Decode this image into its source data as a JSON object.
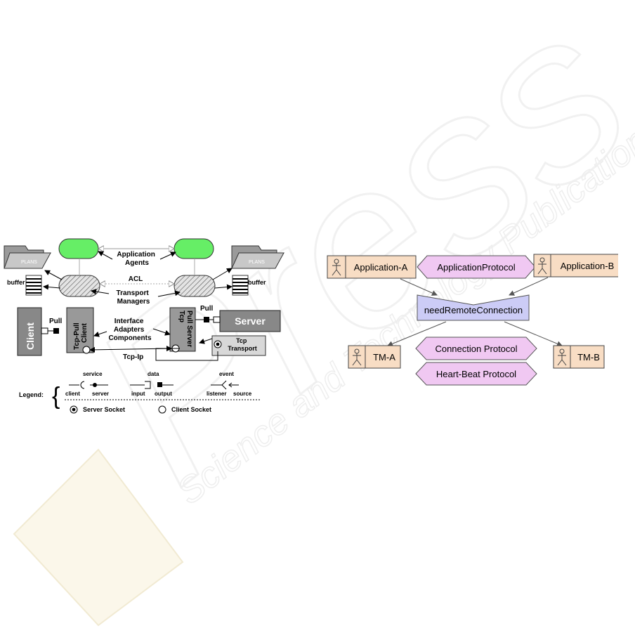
{
  "watermark": {
    "line1": "Press",
    "line2": "Science and Technology Publications"
  },
  "left_diagram": {
    "folder_left": "PLANS",
    "folder_right": "PLANS",
    "buffer_left": "buffer",
    "buffer_right": "buffer",
    "application_agents": "Application\nAgents",
    "acl": "ACL",
    "transport_managers": "Transport\nManagers",
    "client": "Client",
    "pull_left": "Pull",
    "tcp_pull_client": "Tcp-Pull\nClient",
    "interface_adapters": "Interface\nAdapters\nComponents",
    "tcp_pull_server": "Tcp\nPull Server",
    "pull_right": "Pull",
    "server": "Server",
    "tcp_transport": "Tcp\nTransport",
    "tcp_ip": "Tcp-Ip",
    "legend": {
      "label": "Legend:",
      "service": "service",
      "client": "client",
      "server": "server",
      "data": "data",
      "input": "input",
      "output": "output",
      "event": "event",
      "listener": "listener",
      "source": "source",
      "server_socket": "Server Socket",
      "client_socket": "Client Socket"
    }
  },
  "right_diagram": {
    "application_a": "Application-A",
    "application_protocol": "ApplicationProtocol",
    "application_b": "Application-B",
    "need_remote_connection": "needRemoteConnection",
    "tm_a": "TM-A",
    "connection_protocol": "Connection Protocol",
    "heartbeat_protocol": "Heart-Beat Protocol",
    "tm_b": "TM-B"
  }
}
